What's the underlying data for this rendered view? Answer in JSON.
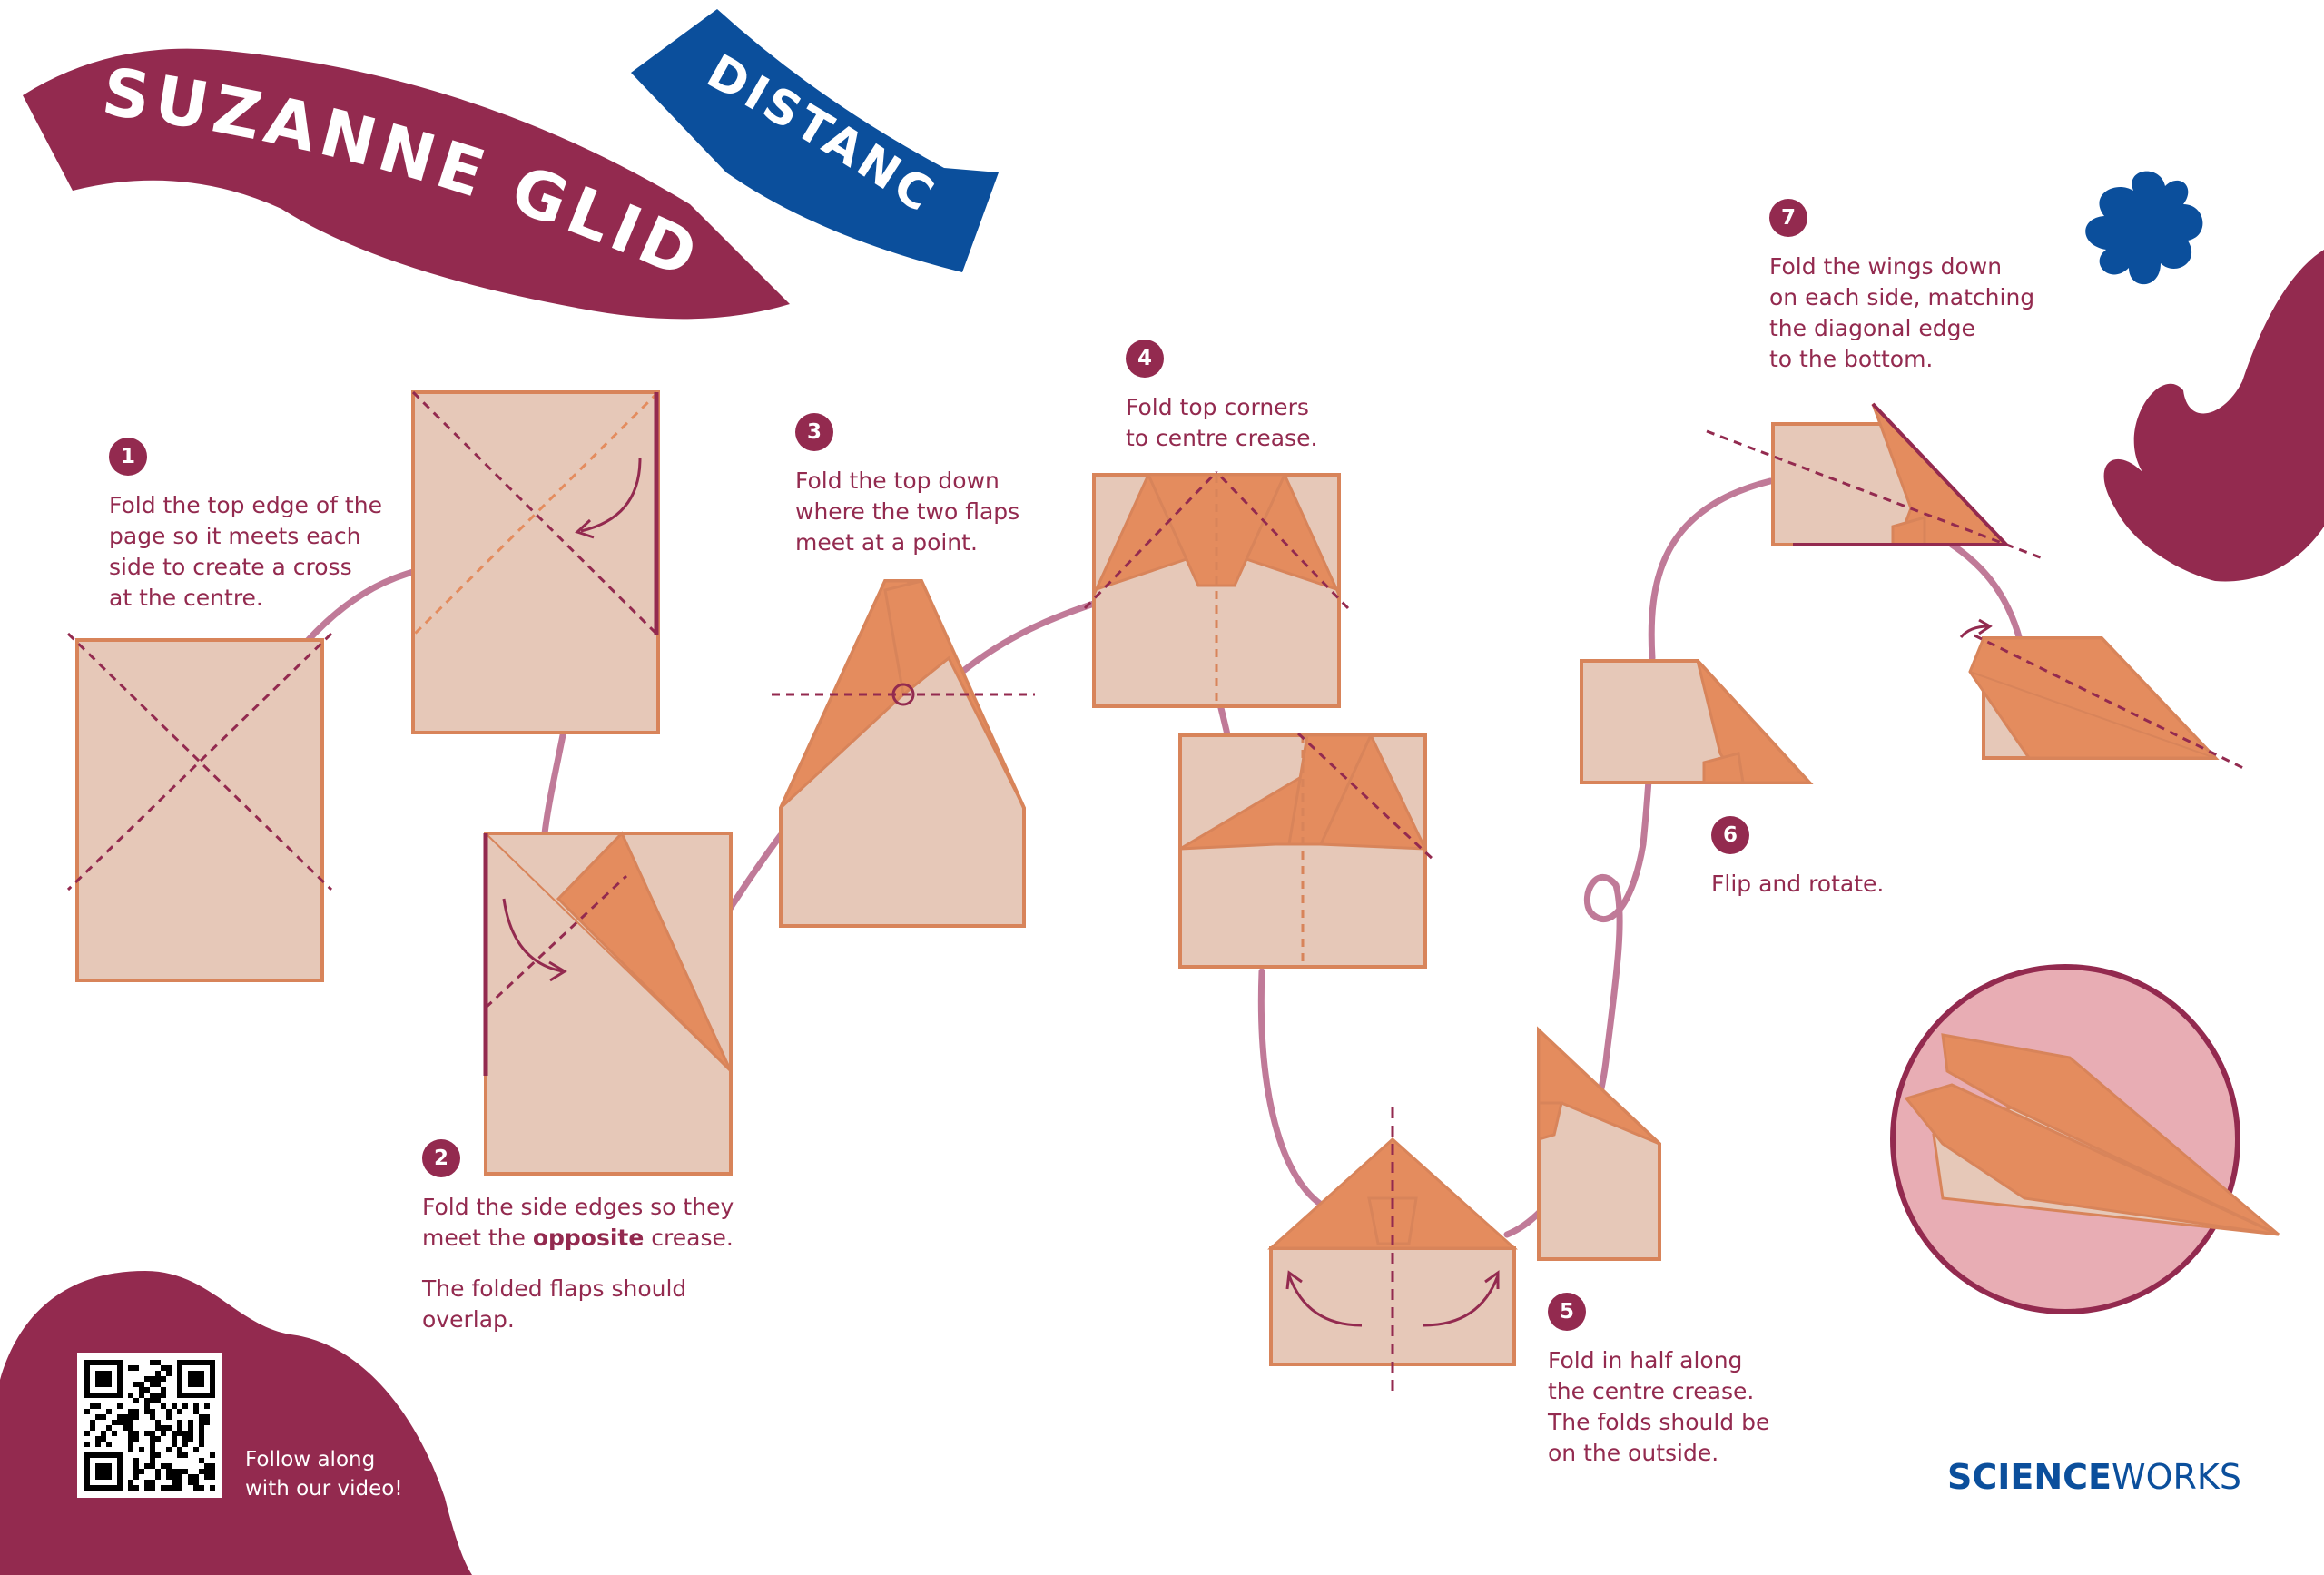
{
  "title": {
    "main": "SUZANNE GLIDER",
    "sub": "DISTANCE"
  },
  "steps": [
    {
      "number": "1",
      "lines": [
        "Fold the top edge of the",
        "page so it meets each",
        "side to create a cross",
        "at the centre."
      ]
    },
    {
      "number": "2",
      "line1": "Fold the side edges so they",
      "line2_before": "meet the ",
      "line2_bold": "opposite",
      "line2_after": " crease.",
      "extra": [
        "The folded flaps should",
        "overlap."
      ]
    },
    {
      "number": "3",
      "lines": [
        "Fold the top down",
        "where the two flaps",
        "meet at a point."
      ]
    },
    {
      "number": "4",
      "lines": [
        "Fold top corners",
        "to centre crease."
      ]
    },
    {
      "number": "5",
      "lines": [
        "Fold in half along",
        "the centre crease.",
        "The folds should be",
        "on the outside."
      ]
    },
    {
      "number": "6",
      "lines": [
        "Flip and rotate."
      ]
    },
    {
      "number": "7",
      "lines": [
        "Fold the wings down",
        "on each side, matching",
        "the diagonal edge",
        "to the bottom."
      ]
    }
  ],
  "qr": {
    "caption_line1": "Follow along",
    "caption_line2": "with our video!"
  },
  "brand": {
    "bold": "SCIENCE",
    "regular": "WORKS"
  },
  "colors": {
    "maroon": "#932a4f",
    "blue": "#0b4f9c",
    "paper": "#e6c8b8",
    "fold": "#e48c5e",
    "edge": "#d8845a",
    "path": "#c07a98",
    "pink": "#e8adb4"
  }
}
